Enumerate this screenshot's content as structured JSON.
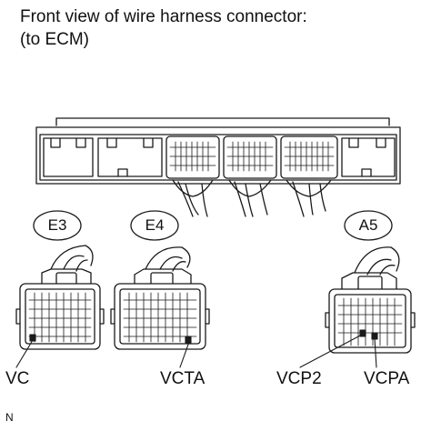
{
  "title_line1": "Front view of wire harness connector:",
  "title_line2": "(to ECM)",
  "connectors": [
    {
      "code": "E3"
    },
    {
      "code": "E4"
    },
    {
      "code": "A5"
    }
  ],
  "terminals": {
    "vc": "VC",
    "vcta": "VCTA",
    "vcp2": "VCP2",
    "vcpa": "VCPA"
  },
  "figure_id": "N",
  "colors": {
    "line": "#1a1a1a",
    "fill": "#ffffff"
  }
}
